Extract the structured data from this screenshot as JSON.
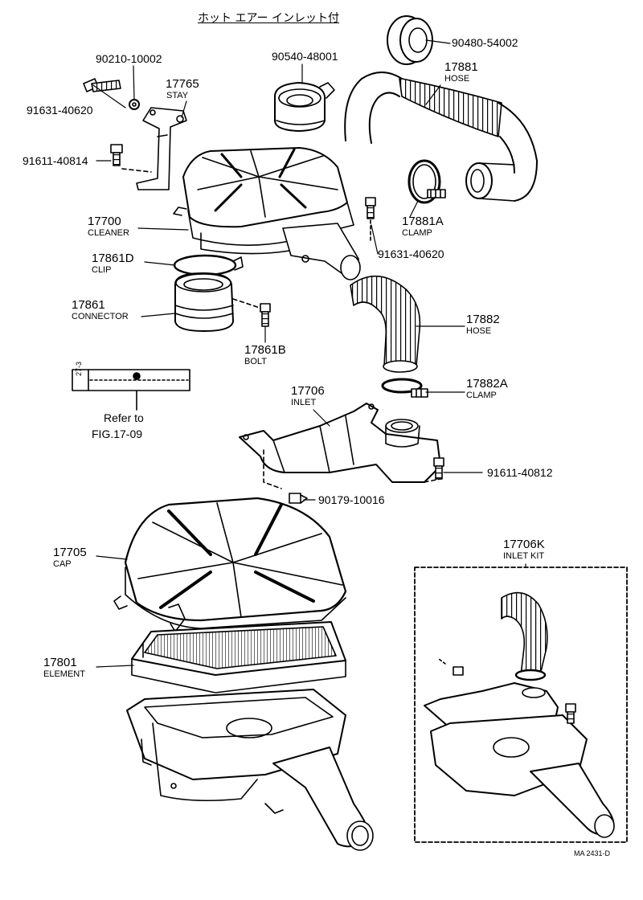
{
  "diagram": {
    "title": "ホット エアー インレット付",
    "labels": [
      {
        "id": "p90480",
        "part": "90480-54002",
        "name": ""
      },
      {
        "id": "p17881",
        "part": "17881",
        "name": "HOSE"
      },
      {
        "id": "p90540",
        "part": "90540-48001",
        "name": ""
      },
      {
        "id": "p90210",
        "part": "90210-10002",
        "name": ""
      },
      {
        "id": "p17765",
        "part": "17765",
        "name": "STAY"
      },
      {
        "id": "p91631a",
        "part": "91631-40620",
        "name": ""
      },
      {
        "id": "p91611a",
        "part": "91611-40814",
        "name": ""
      },
      {
        "id": "p17700",
        "part": "17700",
        "name": "CLEANER"
      },
      {
        "id": "p17881A",
        "part": "17881A",
        "name": "CLAMP"
      },
      {
        "id": "p91631b",
        "part": "91631-40620",
        "name": ""
      },
      {
        "id": "p17861D",
        "part": "17861D",
        "name": "CLIP"
      },
      {
        "id": "p17861",
        "part": "17861",
        "name": "CONNECTOR"
      },
      {
        "id": "p17882",
        "part": "17882",
        "name": "HOSE"
      },
      {
        "id": "p17861B",
        "part": "17861B",
        "name": "BOLT"
      },
      {
        "id": "p17706",
        "part": "17706",
        "name": "INLET"
      },
      {
        "id": "p17882A",
        "part": "17882A",
        "name": "CLAMP"
      },
      {
        "id": "p91611b",
        "part": "91611-40812",
        "name": ""
      },
      {
        "id": "p90179",
        "part": "90179-10016",
        "name": ""
      },
      {
        "id": "p17705",
        "part": "17705",
        "name": "CAP"
      },
      {
        "id": "p17706K",
        "part": "17706K",
        "name": "INLET KIT"
      },
      {
        "id": "p17801",
        "part": "17801",
        "name": "ELEMENT"
      }
    ],
    "reference": {
      "line1": "Refer to",
      "line2": "FIG.17-09",
      "tag": "27-3"
    },
    "code": "MA 2431-D"
  }
}
